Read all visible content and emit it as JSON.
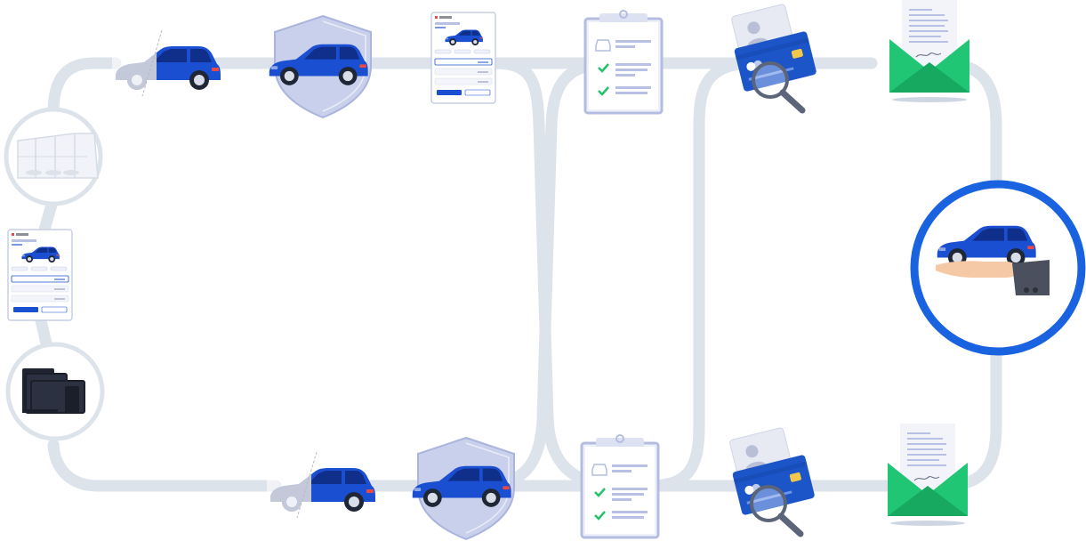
{
  "diagram": {
    "type": "flow-diagram",
    "colors": {
      "background": "#ffffff",
      "track": "#dde3ea",
      "car_blue": "#1a4fd1",
      "car_dark": "#0f2f8a",
      "shield": "#c9d0ec",
      "card_blue": "#1b55c8",
      "envelope_green": "#20c673",
      "highlight_ring": "#1a63e0",
      "checkmark": "#23c26b",
      "text_lines": "#b8c0e6"
    },
    "nodes": [
      {
        "id": "website-start",
        "icon": "website-form-icon"
      },
      {
        "id": "devices",
        "icon": "devices-icon"
      },
      {
        "id": "dealership",
        "icon": "dealership-building-icon"
      },
      {
        "id": "car-config-top",
        "icon": "car-configurator-icon"
      },
      {
        "id": "insurance-top",
        "icon": "shield-car-icon"
      },
      {
        "id": "quote-form-top",
        "icon": "quote-form-icon"
      },
      {
        "id": "checklist-top",
        "icon": "clipboard-checklist-icon"
      },
      {
        "id": "credit-check-top",
        "icon": "credit-card-check-icon"
      },
      {
        "id": "contract-top",
        "icon": "envelope-contract-icon"
      },
      {
        "id": "handover",
        "icon": "car-handover-icon"
      },
      {
        "id": "contract-bottom",
        "icon": "envelope-contract-icon"
      },
      {
        "id": "credit-check-bottom",
        "icon": "credit-card-check-icon"
      },
      {
        "id": "checklist-bottom",
        "icon": "clipboard-checklist-icon"
      },
      {
        "id": "insurance-bottom",
        "icon": "shield-car-icon"
      },
      {
        "id": "car-config-bottom",
        "icon": "car-configurator-icon"
      }
    ]
  }
}
